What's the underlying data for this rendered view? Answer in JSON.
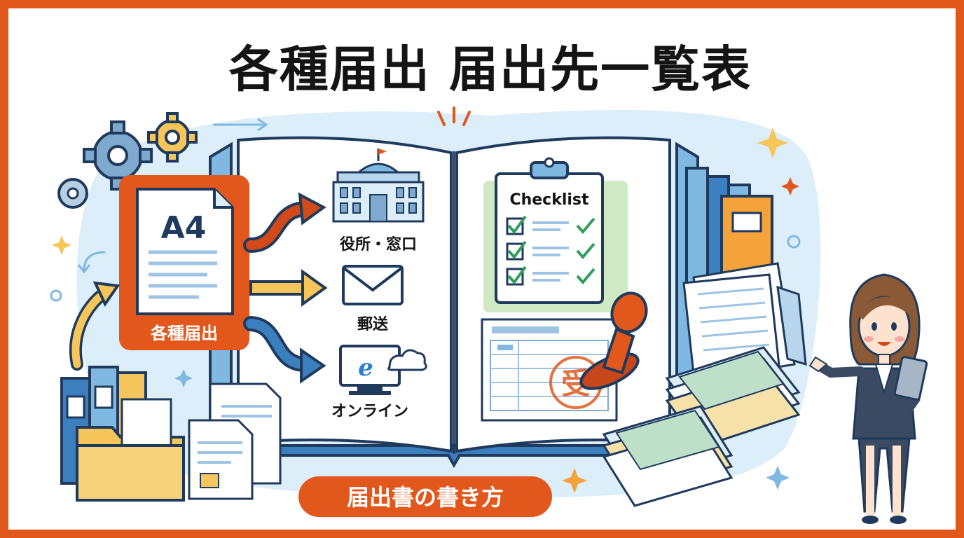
{
  "title": "各種届出 届出先一覧表",
  "left_card": {
    "paper_size": "A4",
    "label": "各種届出"
  },
  "channels": [
    {
      "label": "役所・窓口",
      "icon": "government-building-icon"
    },
    {
      "label": "郵送",
      "icon": "envelope-icon"
    },
    {
      "label": "オンライン",
      "icon": "computer-browser-icon"
    }
  ],
  "checklist": {
    "heading": "Checklist",
    "items_checked": 3
  },
  "stamp": {
    "glyph": "受"
  },
  "bottom_badge": "届出書の書き方",
  "colors": {
    "frame": "#e2581c",
    "accent_orange": "#e2581c",
    "navy": "#1f3a5c",
    "light_blue": "#dceefa",
    "check_green": "#2e9e5b",
    "folder_yellow": "#f6c65b"
  }
}
